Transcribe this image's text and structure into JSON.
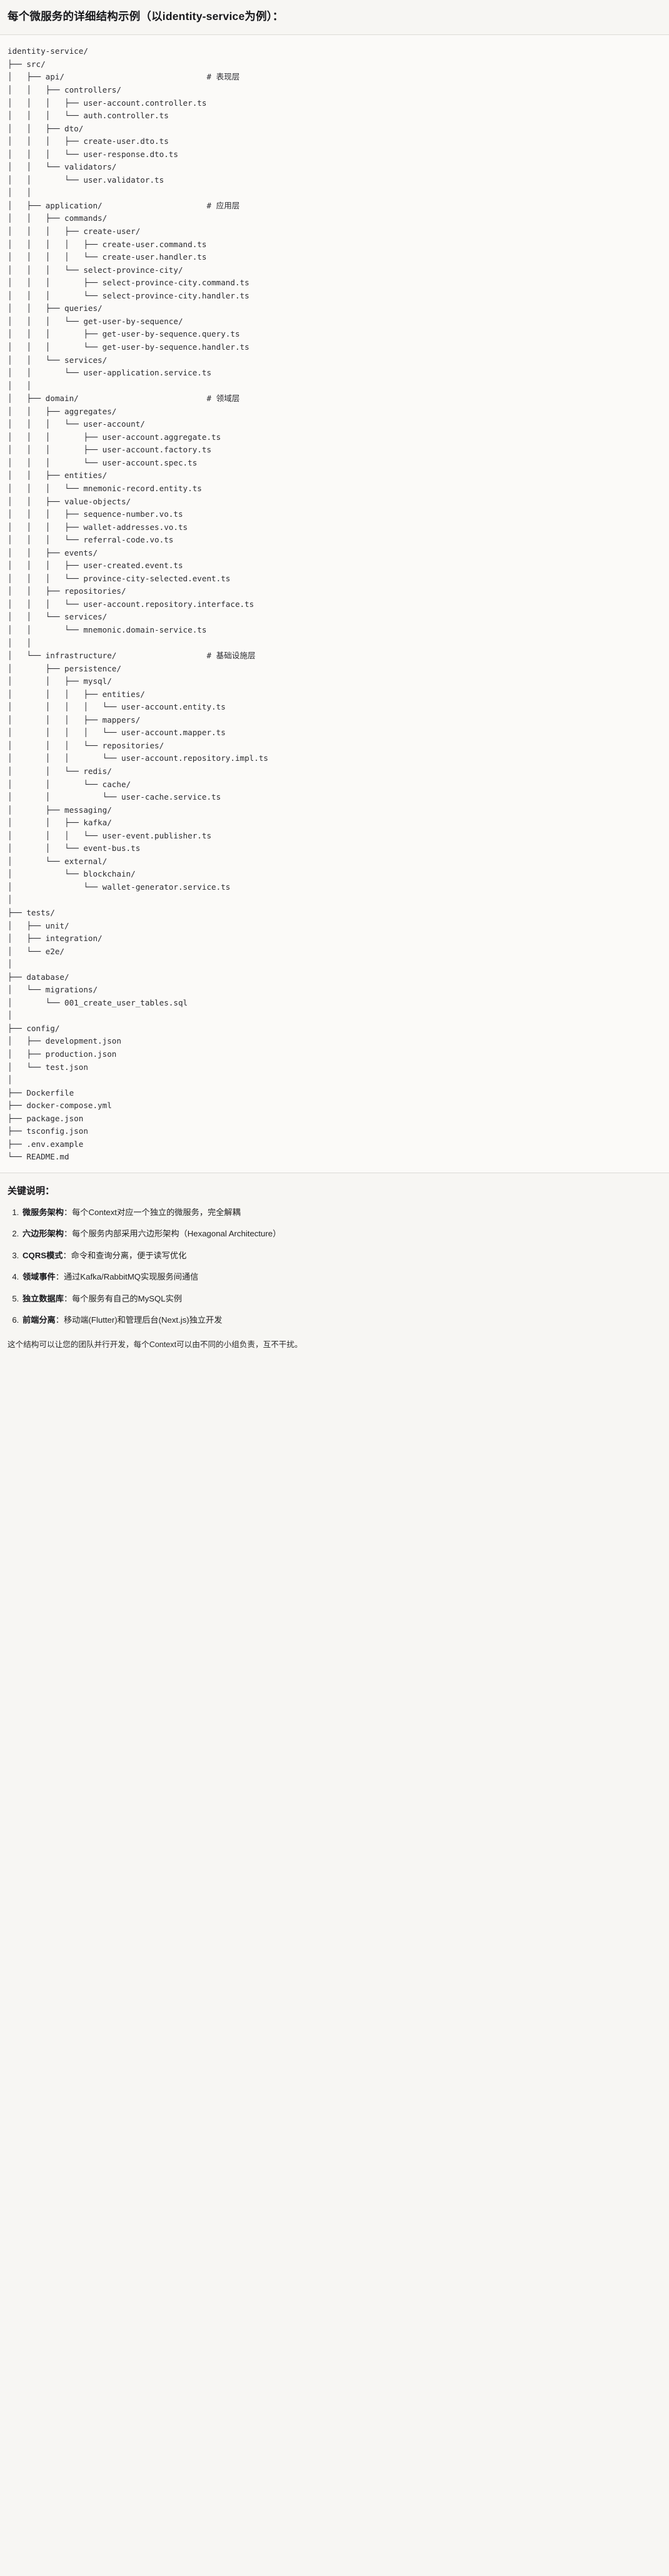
{
  "header": {
    "title": "每个微服务的详细结构示例（以identity-service为例）："
  },
  "tree": {
    "root_label": "identity-service/",
    "comments": {
      "api": "# 表现层",
      "application": "# 应用层",
      "domain": "# 领域层",
      "infrastructure": "# 基础设施层"
    },
    "text": "identity-service/\n├── src/\n│   ├── api/                              # 表现层\n│   │   ├── controllers/\n│   │   │   ├── user-account.controller.ts\n│   │   │   └── auth.controller.ts\n│   │   ├── dto/\n│   │   │   ├── create-user.dto.ts\n│   │   │   └── user-response.dto.ts\n│   │   └── validators/\n│   │       └── user.validator.ts\n│   │\n│   ├── application/                      # 应用层\n│   │   ├── commands/\n│   │   │   ├── create-user/\n│   │   │   │   ├── create-user.command.ts\n│   │   │   │   └── create-user.handler.ts\n│   │   │   └── select-province-city/\n│   │   │       ├── select-province-city.command.ts\n│   │   │       └── select-province-city.handler.ts\n│   │   ├── queries/\n│   │   │   └── get-user-by-sequence/\n│   │   │       ├── get-user-by-sequence.query.ts\n│   │   │       └── get-user-by-sequence.handler.ts\n│   │   └── services/\n│   │       └── user-application.service.ts\n│   │\n│   ├── domain/                           # 领域层\n│   │   ├── aggregates/\n│   │   │   └── user-account/\n│   │   │       ├── user-account.aggregate.ts\n│   │   │       ├── user-account.factory.ts\n│   │   │       └── user-account.spec.ts\n│   │   ├── entities/\n│   │   │   └── mnemonic-record.entity.ts\n│   │   ├── value-objects/\n│   │   │   ├── sequence-number.vo.ts\n│   │   │   ├── wallet-addresses.vo.ts\n│   │   │   └── referral-code.vo.ts\n│   │   ├── events/\n│   │   │   ├── user-created.event.ts\n│   │   │   └── province-city-selected.event.ts\n│   │   ├── repositories/\n│   │   │   └── user-account.repository.interface.ts\n│   │   └── services/\n│   │       └── mnemonic.domain-service.ts\n│   │\n│   └── infrastructure/                   # 基础设施层\n│       ├── persistence/\n│       │   ├── mysql/\n│       │   │   ├── entities/\n│       │   │   │   └── user-account.entity.ts\n│       │   │   ├── mappers/\n│       │   │   │   └── user-account.mapper.ts\n│       │   │   └── repositories/\n│       │   │       └── user-account.repository.impl.ts\n│       │   └── redis/\n│       │       └── cache/\n│       │           └── user-cache.service.ts\n│       ├── messaging/\n│       │   ├── kafka/\n│       │   │   └── user-event.publisher.ts\n│       │   └── event-bus.ts\n│       └── external/\n│           └── blockchain/\n│               └── wallet-generator.service.ts\n│\n├── tests/\n│   ├── unit/\n│   ├── integration/\n│   └── e2e/\n│\n├── database/\n│   └── migrations/\n│       └── 001_create_user_tables.sql\n│\n├── config/\n│   ├── development.json\n│   ├── production.json\n│   └── test.json\n│\n├── Dockerfile\n├── docker-compose.yml\n├── package.json\n├── tsconfig.json\n├── .env.example\n└── README.md"
  },
  "notes": {
    "title": "关键说明：",
    "items": [
      {
        "term": "微服务架构",
        "sep": "：",
        "desc": "每个Context对应一个独立的微服务，完全解耦"
      },
      {
        "term": "六边形架构",
        "sep": "：",
        "desc": "每个服务内部采用六边形架构（Hexagonal Architecture）"
      },
      {
        "term": "CQRS模式",
        "sep": "：",
        "desc": "命令和查询分离，便于读写优化"
      },
      {
        "term": "领域事件",
        "sep": "：",
        "desc": "通过Kafka/RabbitMQ实现服务间通信"
      },
      {
        "term": "独立数据库",
        "sep": "：",
        "desc": "每个服务有自己的MySQL实例"
      },
      {
        "term": "前端分离",
        "sep": "：",
        "desc": "移动端(Flutter)和管理后台(Next.js)独立开发"
      }
    ],
    "closing": "这个结构可以让您的团队并行开发，每个Context可以由不同的小组负责，互不干扰。"
  }
}
